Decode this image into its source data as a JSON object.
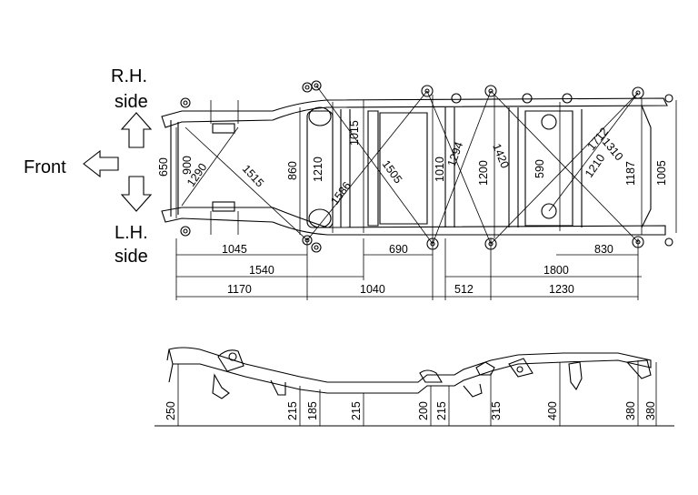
{
  "labels": {
    "front": "Front",
    "rh_side_line1": "R.H.",
    "rh_side_line2": "side",
    "lh_side_line1": "L.H.",
    "lh_side_line2": "side"
  },
  "top_view": {
    "vertical_dims": [
      "650",
      "900",
      "860",
      "1210",
      "1015",
      "1010",
      "1200",
      "590",
      "1005",
      "1187"
    ],
    "diagonal_dims": [
      "1290",
      "1515",
      "1586",
      "1505",
      "1294",
      "1420",
      "1712",
      "1310",
      "1210"
    ],
    "horizontal_dims": [
      "1045",
      "690",
      "830",
      "1540",
      "1800",
      "1170",
      "1040",
      "512",
      "1230"
    ]
  },
  "side_view": {
    "heights": [
      "250",
      "215",
      "185",
      "215",
      "200",
      "215",
      "315",
      "400",
      "380",
      "380"
    ]
  },
  "colors": {
    "ink": "#000000",
    "background": "#ffffff"
  }
}
